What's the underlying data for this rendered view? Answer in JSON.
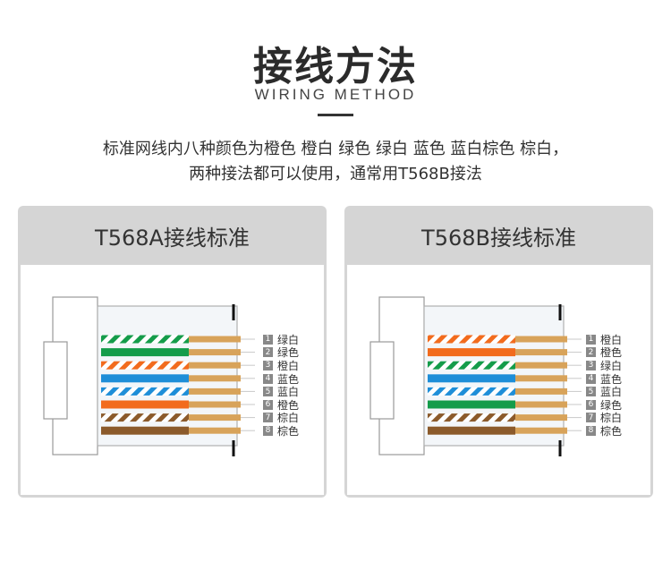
{
  "title": "接线方法",
  "subtitle": "WIRING METHOD",
  "description": {
    "line1": "标准网线内八种颜色为橙色 橙白 绿色 绿白 蓝色 蓝白棕色 棕白，",
    "line2": "两种接法都可以使用，通常用T568B接法"
  },
  "colors": {
    "orange": "#f26b1d",
    "green": "#149c4a",
    "blue": "#1e8ed8",
    "brown": "#8b5a2b",
    "copper": "#d8a35a",
    "panel_bg": "#d5d5d5"
  },
  "panels": [
    {
      "name": "T568A接线标准",
      "wires": [
        {
          "num": "1",
          "label": "绿白",
          "color": "green",
          "striped": true
        },
        {
          "num": "2",
          "label": "绿色",
          "color": "green",
          "striped": false
        },
        {
          "num": "3",
          "label": "橙白",
          "color": "orange",
          "striped": true
        },
        {
          "num": "4",
          "label": "蓝色",
          "color": "blue",
          "striped": false
        },
        {
          "num": "5",
          "label": "蓝白",
          "color": "blue",
          "striped": true
        },
        {
          "num": "6",
          "label": "橙色",
          "color": "orange",
          "striped": false
        },
        {
          "num": "7",
          "label": "棕白",
          "color": "brown",
          "striped": true
        },
        {
          "num": "8",
          "label": "棕色",
          "color": "brown",
          "striped": false
        }
      ]
    },
    {
      "name": "T568B接线标准",
      "wires": [
        {
          "num": "1",
          "label": "橙白",
          "color": "orange",
          "striped": true
        },
        {
          "num": "2",
          "label": "橙色",
          "color": "orange",
          "striped": false
        },
        {
          "num": "3",
          "label": "绿白",
          "color": "green",
          "striped": true
        },
        {
          "num": "4",
          "label": "蓝色",
          "color": "blue",
          "striped": false
        },
        {
          "num": "5",
          "label": "蓝白",
          "color": "blue",
          "striped": true
        },
        {
          "num": "6",
          "label": "绿色",
          "color": "green",
          "striped": false
        },
        {
          "num": "7",
          "label": "棕白",
          "color": "brown",
          "striped": true
        },
        {
          "num": "8",
          "label": "棕色",
          "color": "brown",
          "striped": false
        }
      ]
    }
  ]
}
